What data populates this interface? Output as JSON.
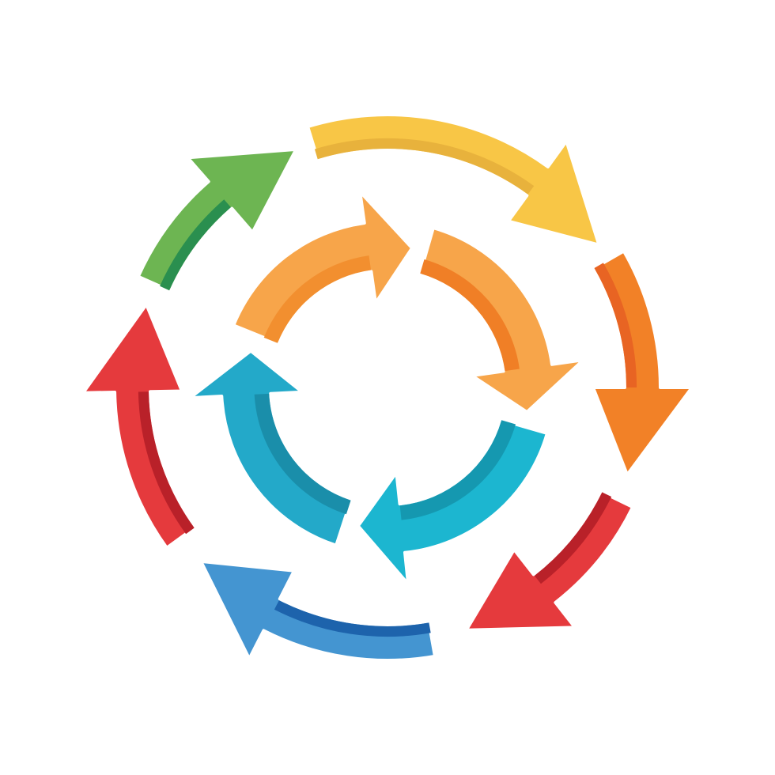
{
  "diagram": {
    "type": "cycle",
    "background": "#ffffff",
    "outer_ring": {
      "direction": "clockwise",
      "arrows": [
        {
          "name": "yellow",
          "main": "#f8c646",
          "shade": "#e8b23c"
        },
        {
          "name": "orange",
          "main": "#f28127",
          "shade": "#e86423"
        },
        {
          "name": "red-right",
          "main": "#e53a3d",
          "shade": "#b92129"
        },
        {
          "name": "blue",
          "main": "#4495d1",
          "shade": "#1d63ac"
        },
        {
          "name": "red-left",
          "main": "#e53a3d",
          "shade": "#b92129"
        },
        {
          "name": "green",
          "main": "#6db552",
          "shade": "#2a8f4f"
        }
      ]
    },
    "inner_ring": {
      "direction": "clockwise",
      "arrows": [
        {
          "name": "orange-top",
          "main": "#f7a54a",
          "shade": "#f28f2f"
        },
        {
          "name": "orange-right",
          "main": "#f7a54a",
          "shade": "#f07f26"
        },
        {
          "name": "teal-bottom",
          "main": "#1cb6d0",
          "shade": "#1598b0"
        },
        {
          "name": "teal-left",
          "main": "#23a9c9",
          "shade": "#1a8eaa"
        }
      ]
    }
  }
}
